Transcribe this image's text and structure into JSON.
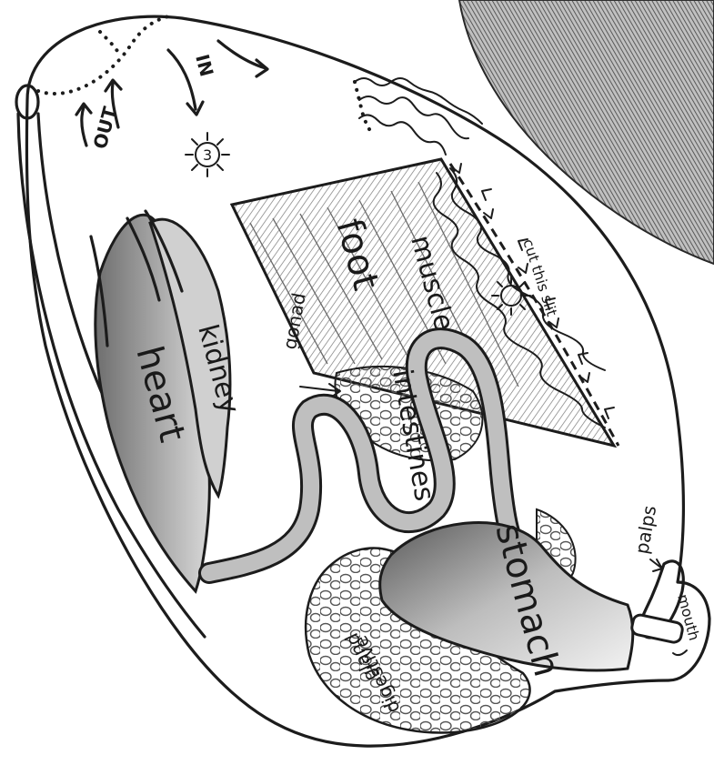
{
  "labels": {
    "heart": "heart",
    "kidney": "kidney",
    "foot": "foot",
    "muscle": "muscle",
    "gonad": "gonad",
    "intestines": "intestines",
    "stomach": "stomach",
    "digestive": "digestive",
    "gland": "gland",
    "palps": "palps",
    "mouth": "mouth",
    "out": "OUT",
    "in": "IN",
    "cut_this_slit": "cut this slit",
    "marker_3": "3"
  },
  "style": {
    "ink": "#1c1c1c",
    "shade": "#9a9a9a",
    "shell_shade": "#4a4a4a",
    "background": "#ffffff"
  }
}
